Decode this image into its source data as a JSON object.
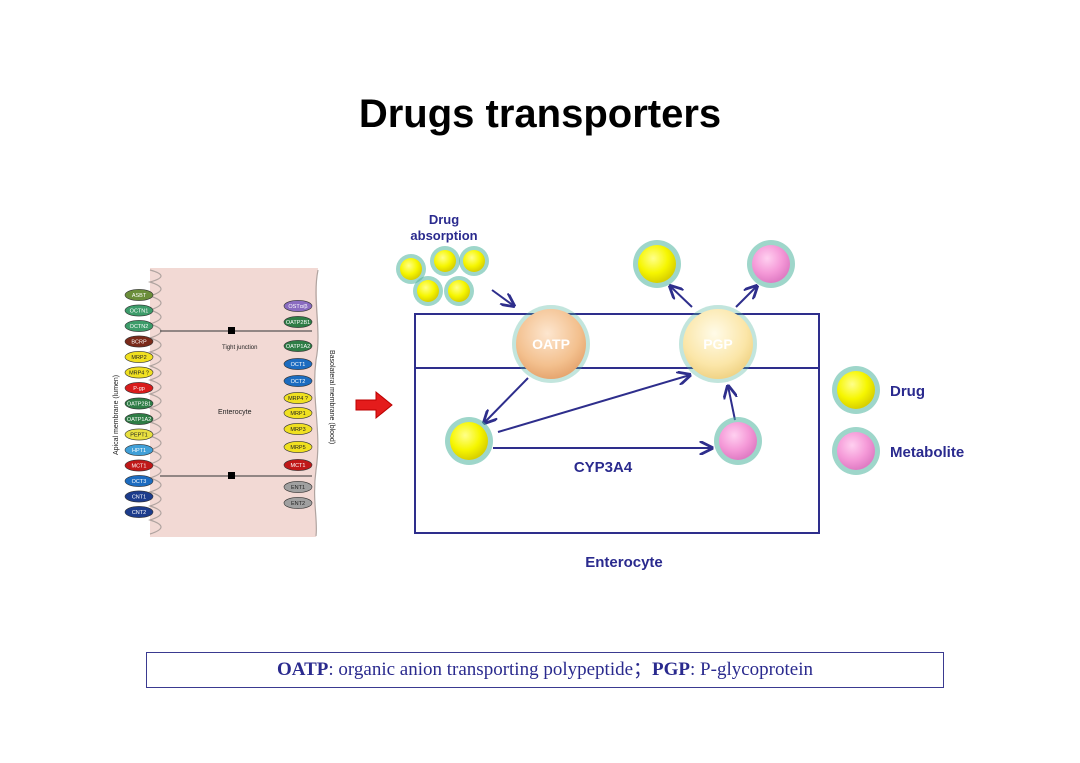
{
  "slide": {
    "title": "Drugs transporters"
  },
  "cell_image": {
    "left_transporters": [
      "ASBT",
      "OCTN1",
      "OCTN2",
      "BCRP",
      "MRP2",
      "MRP4 ?",
      "P-gp",
      "OATP2B1",
      "OATP1A2",
      "PEPT1",
      "HPT1",
      "MCT1",
      "OCT3",
      "CNT1",
      "CNT2"
    ],
    "right_transporters": [
      "OSTα/β",
      "OATP2B1",
      "OATP1A2",
      "OCT1",
      "OCT2",
      "MRP4 ?",
      "MRP1",
      "MRP3",
      "MRP5",
      "MCT1",
      "ENT1",
      "ENT2"
    ],
    "apical_label": "Apical membrane (lumen)",
    "basolateral_label": "Basolateral membrane (blood)",
    "tight_junction_label": "Tight junction",
    "cell_label": "Enterocyte"
  },
  "diagram": {
    "drug_absorption_label": "Drug absorption",
    "oatp_label": "OATP",
    "pgp_label": "PGP",
    "enzyme_label": "CYP3A4",
    "cell_label": "Enterocyte",
    "legend": {
      "drug": "Drug",
      "metabolite": "Metabolite"
    },
    "colors": {
      "line": "#2e2e8c",
      "drug": "#f6f600",
      "metabolite": "#f59ad8",
      "halo": "#4fb59e",
      "transporter": "#f3c08e",
      "pgp": "#fbe6a8",
      "label": "#2a2a8e",
      "pink_tissue": "#f2d9d4"
    }
  },
  "footnote": {
    "oatp_abbr": "OATP",
    "oatp_def": ": organic anion transporting polypeptide；",
    "pgp_abbr": "PGP",
    "pgp_def": ": P-glycoprotein"
  }
}
